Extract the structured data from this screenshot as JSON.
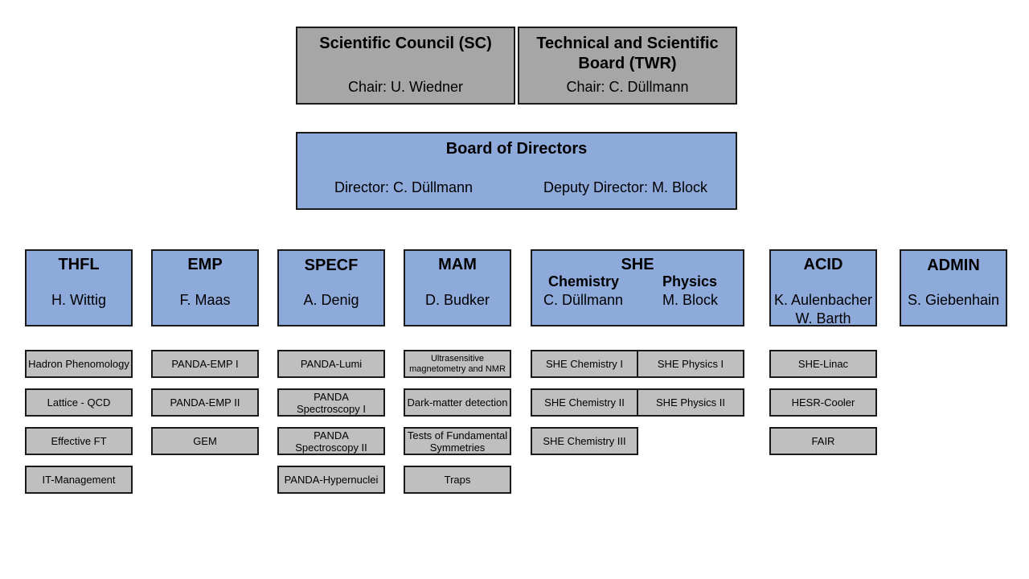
{
  "sc": {
    "title": "Scientific Council (SC)",
    "chair": "Chair: U. Wiedner"
  },
  "twr": {
    "title_line1": "Technical and Scientific",
    "title_line2": "Board (TWR)",
    "chair": "Chair: C. Düllmann"
  },
  "board": {
    "title": "Board of Directors",
    "director": "Director: C. Düllmann",
    "deputy": "Deputy Director: M. Block"
  },
  "units": {
    "thfl": {
      "name": "THFL",
      "head": "H. Wittig",
      "groups": [
        "Hadron Phenomology",
        "Lattice - QCD",
        "Effective FT",
        "IT-Management"
      ]
    },
    "emp": {
      "name": "EMP",
      "head": "F. Maas",
      "groups": [
        "PANDA-EMP I",
        "PANDA-EMP II",
        "GEM"
      ]
    },
    "specf": {
      "name": "SPECF",
      "head": "A. Denig",
      "groups": [
        "PANDA-Lumi",
        "PANDA  Spectroscopy I",
        "PANDA  Spectroscopy II",
        "PANDA-Hypernuclei"
      ]
    },
    "mam": {
      "name": "MAM",
      "head": "D. Budker",
      "groups": [
        "Ultrasensitive magnetometry and NMR",
        "Dark-matter detection",
        "Tests of Fundamental Symmetries",
        "Traps"
      ]
    },
    "she": {
      "name": "SHE",
      "chem_label": "Chemistry",
      "chem_head": "C. Düllmann",
      "phys_label": "Physics",
      "phys_head": "M. Block",
      "chem_groups": [
        "SHE Chemistry I",
        "SHE Chemistry II",
        "SHE Chemistry III"
      ],
      "phys_groups": [
        "SHE Physics I",
        "SHE Physics II"
      ]
    },
    "acid": {
      "name": "ACID",
      "head1": "K. Aulenbacher",
      "head2": "W. Barth",
      "groups": [
        "SHE-Linac",
        "HESR-Cooler",
        "FAIR"
      ]
    },
    "admin": {
      "name": "ADMIN",
      "head": "S. Giebenhain"
    }
  },
  "colors": {
    "council": "#a6a6a6",
    "unit": "#8eaadb",
    "group": "#bfbfbf"
  }
}
